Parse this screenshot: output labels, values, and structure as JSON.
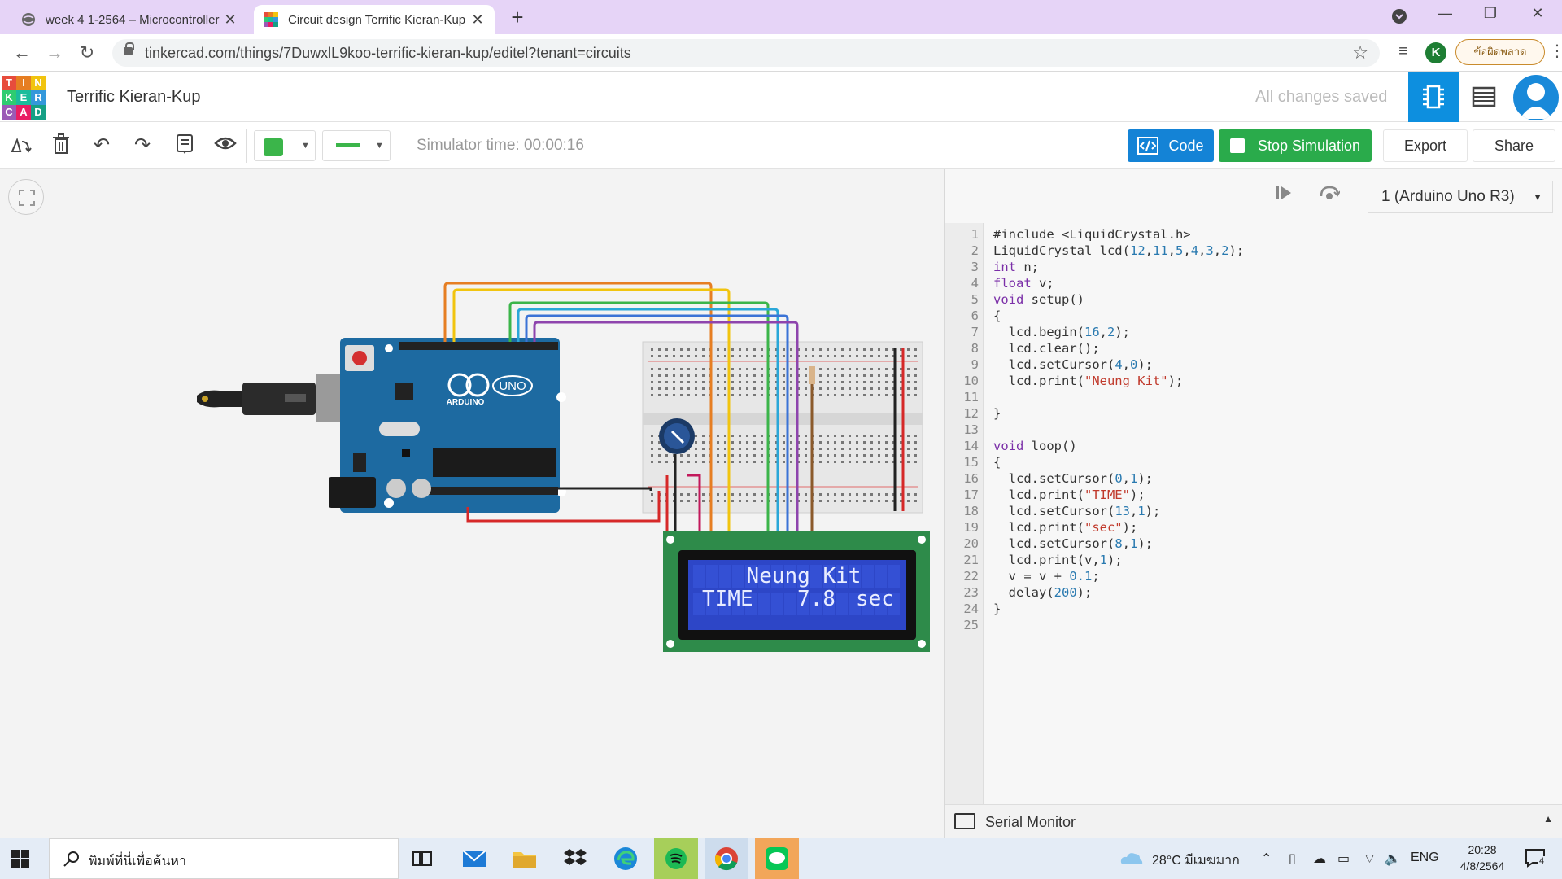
{
  "browser": {
    "tabs": [
      {
        "title": "week 4 1-2564 – Microcontroller",
        "active": false
      },
      {
        "title": "Circuit design Terrific Kieran-Kup",
        "active": true
      }
    ],
    "url": "tinkercad.com/things/7DuwxlL9koo-terrific-kieran-kup/editel?tenant=circuits",
    "profile_initial": "K",
    "error_label": "ข้อผิดพลาด"
  },
  "app": {
    "logo_letters": [
      "T",
      "I",
      "N",
      "K",
      "E",
      "R",
      "C",
      "A",
      "D"
    ],
    "logo_colors": [
      "#e74c3c",
      "#e67e22",
      "#f1c40f",
      "#2ecc71",
      "#1abc9c",
      "#3498db",
      "#9b59b6",
      "#e91e63",
      "#16a085"
    ],
    "project_title": "Terrific Kieran-Kup",
    "save_status": "All changes saved"
  },
  "toolbar": {
    "sim_time": "Simulator time: 00:00:16",
    "code_label": "Code",
    "stop_label": "Stop Simulation",
    "export_label": "Export",
    "share_label": "Share",
    "accent": "#1483d6",
    "stop_color": "#2aab4b"
  },
  "lcd": {
    "line1": "Neung Kit",
    "line2_label": "TIME",
    "line2_value": "7.8",
    "line2_unit": "sec"
  },
  "arduino": {
    "brand": "ARDUINO",
    "model": "UNO"
  },
  "code_panel": {
    "device": "1 (Arduino Uno R3)",
    "lines": [
      "#include <LiquidCrystal.h>",
      "LiquidCrystal lcd(12,11,5,4,3,2);",
      "int n;",
      "float v;",
      "void setup()",
      "{",
      "  lcd.begin(16,2);",
      "  lcd.clear();",
      "  lcd.setCursor(4,0);",
      "  lcd.print(\"Neung Kit\");",
      "",
      "}",
      "",
      "void loop()",
      "{",
      "  lcd.setCursor(0,1);",
      "  lcd.print(\"TIME\");",
      "  lcd.setCursor(13,1);",
      "  lcd.print(\"sec\");",
      "  lcd.setCursor(8,1);",
      "  lcd.print(v,1);",
      "  v = v + 0.1;",
      "  delay(200);",
      "}",
      ""
    ],
    "serial_monitor_label": "Serial Monitor"
  },
  "taskbar": {
    "search_placeholder": "พิมพ์ที่นี่เพื่อค้นหา",
    "weather": "28°C  มีเมฆมาก",
    "language": "ENG",
    "time": "20:28",
    "date": "4/8/2564",
    "notification_count": "4"
  }
}
